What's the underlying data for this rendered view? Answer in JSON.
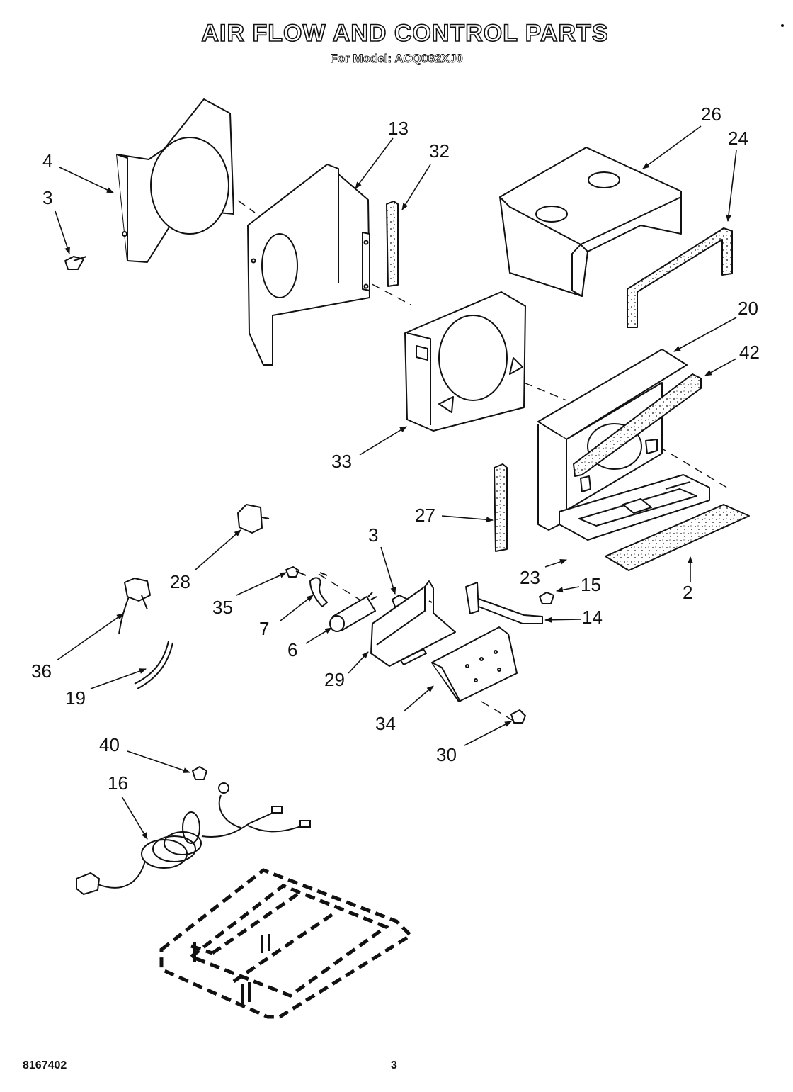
{
  "header": {
    "title": "AIR FLOW AND CONTROL PARTS",
    "subtitle": "For Model: ACQ062XJ0"
  },
  "footer": {
    "doc_number": "8167402",
    "page_number": "3"
  },
  "callouts": [
    {
      "id": "c4",
      "label": "4"
    },
    {
      "id": "c3a",
      "label": "3"
    },
    {
      "id": "c13",
      "label": "13"
    },
    {
      "id": "c32",
      "label": "32"
    },
    {
      "id": "c26",
      "label": "26"
    },
    {
      "id": "c24",
      "label": "24"
    },
    {
      "id": "c20",
      "label": "20"
    },
    {
      "id": "c42",
      "label": "42"
    },
    {
      "id": "c33",
      "label": "33"
    },
    {
      "id": "c27",
      "label": "27"
    },
    {
      "id": "c23",
      "label": "23"
    },
    {
      "id": "c2",
      "label": "2"
    },
    {
      "id": "c15",
      "label": "15"
    },
    {
      "id": "c14",
      "label": "14"
    },
    {
      "id": "c28",
      "label": "28"
    },
    {
      "id": "c35",
      "label": "35"
    },
    {
      "id": "c7",
      "label": "7"
    },
    {
      "id": "c6",
      "label": "6"
    },
    {
      "id": "c3b",
      "label": "3"
    },
    {
      "id": "c29",
      "label": "29"
    },
    {
      "id": "c36",
      "label": "36"
    },
    {
      "id": "c19",
      "label": "19"
    },
    {
      "id": "c34",
      "label": "34"
    },
    {
      "id": "c30",
      "label": "30"
    },
    {
      "id": "c40",
      "label": "40"
    },
    {
      "id": "c16",
      "label": "16"
    }
  ]
}
